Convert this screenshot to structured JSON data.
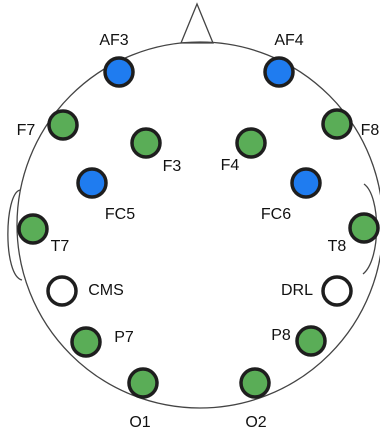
{
  "colors": {
    "outline": "#444444",
    "ring": "#1e1e1e",
    "green": "#5aad57",
    "blue": "#1f7cf0",
    "white": "#ffffff"
  },
  "electrodes": [
    {
      "id": "AF3",
      "label": "AF3",
      "fill": "blue"
    },
    {
      "id": "AF4",
      "label": "AF4",
      "fill": "blue"
    },
    {
      "id": "F7",
      "label": "F7",
      "fill": "green"
    },
    {
      "id": "F8",
      "label": "F8",
      "fill": "green"
    },
    {
      "id": "F3",
      "label": "F3",
      "fill": "green"
    },
    {
      "id": "F4",
      "label": "F4",
      "fill": "green"
    },
    {
      "id": "FC5",
      "label": "FC5",
      "fill": "blue"
    },
    {
      "id": "FC6",
      "label": "FC6",
      "fill": "blue"
    },
    {
      "id": "T7",
      "label": "T7",
      "fill": "green"
    },
    {
      "id": "T8",
      "label": "T8",
      "fill": "green"
    },
    {
      "id": "CMS",
      "label": "CMS",
      "fill": "white"
    },
    {
      "id": "DRL",
      "label": "DRL",
      "fill": "white"
    },
    {
      "id": "P7",
      "label": "P7",
      "fill": "green"
    },
    {
      "id": "P8",
      "label": "P8",
      "fill": "green"
    },
    {
      "id": "O1",
      "label": "O1",
      "fill": "green"
    },
    {
      "id": "O2",
      "label": "O2",
      "fill": "green"
    }
  ]
}
